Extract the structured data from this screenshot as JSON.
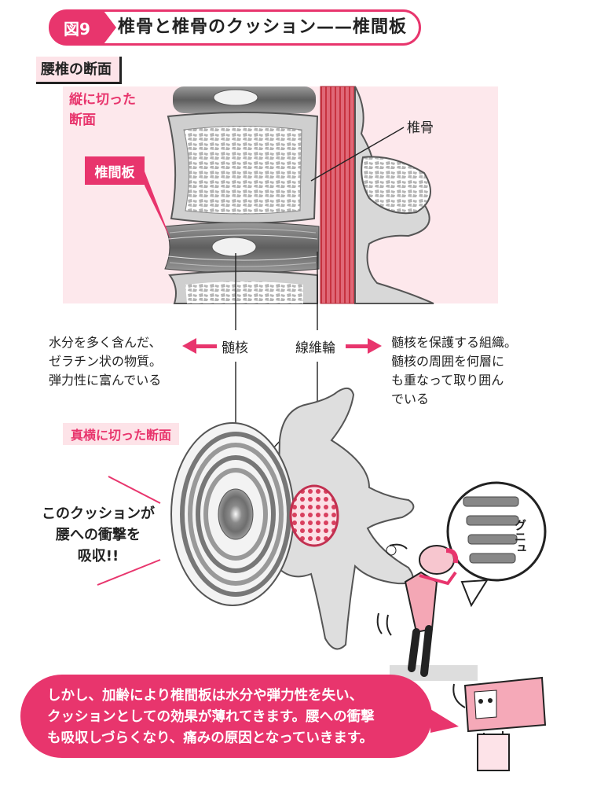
{
  "figure": {
    "number": "図9",
    "title": "椎骨と椎骨のクッション——椎間板"
  },
  "section_label": "腰椎の断面",
  "vertical_section_note": [
    "縦に切った",
    "断面"
  ],
  "disc_tag": "椎間板",
  "vertebra_label": "椎骨",
  "nucleus_label": "髄核",
  "annulus_label": "線維輪",
  "nucleus_desc": [
    "水分を多く含んだ、",
    "ゼラチン状の物質。",
    "弾力性に富んでいる"
  ],
  "annulus_desc": [
    "髄核を保護する組織。",
    "髄核の周囲を何層に",
    "も重なって取り囲ん",
    "でいる"
  ],
  "horizontal_section_note": "真横に切った断面",
  "cushion_note": [
    "このクッションが",
    "腰への衝撃を",
    "吸収!!"
  ],
  "sound_effect": "グニュ",
  "bottom_message": [
    "しかし、加齢により椎間板は水分や弾力性を失い、",
    "クッションとしての効果が薄れてきます。腰への衝撃",
    "も吸収しづらくなり、痛みの原因となっていきます。"
  ],
  "colors": {
    "accent": "#e8356d",
    "panel_pink": "#fde8ec",
    "ligament": "#d9404f",
    "bone_gray": "#c9c9c9"
  }
}
